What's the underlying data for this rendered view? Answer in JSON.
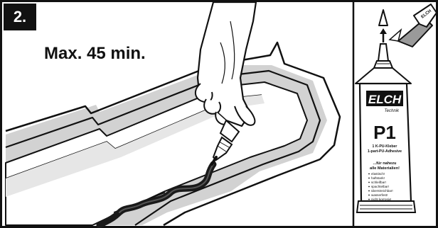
{
  "step": {
    "number": "2."
  },
  "instruction": {
    "time_limit": "Max. 45 min."
  },
  "tube": {
    "brand": "ELCH",
    "subbrand": "Technik",
    "product": "P1",
    "line1": "1 K-PU-Kleber",
    "line2": "1-part-PU-Adhesive",
    "tagline1": "...für nahezu",
    "tagline2": "alle Materialien!",
    "features": [
      "elastisch!",
      "haftstark!",
      "schleifbar!",
      "spachtelbar!",
      "überstreichbar!",
      "wasserfest!",
      "nicht korrosiv!"
    ]
  },
  "cutter": {
    "label": "ELCH"
  },
  "colors": {
    "ink": "#111111",
    "shadow": "#c8c8c8",
    "paper": "#ffffff",
    "bead": "#1a1a1a"
  }
}
